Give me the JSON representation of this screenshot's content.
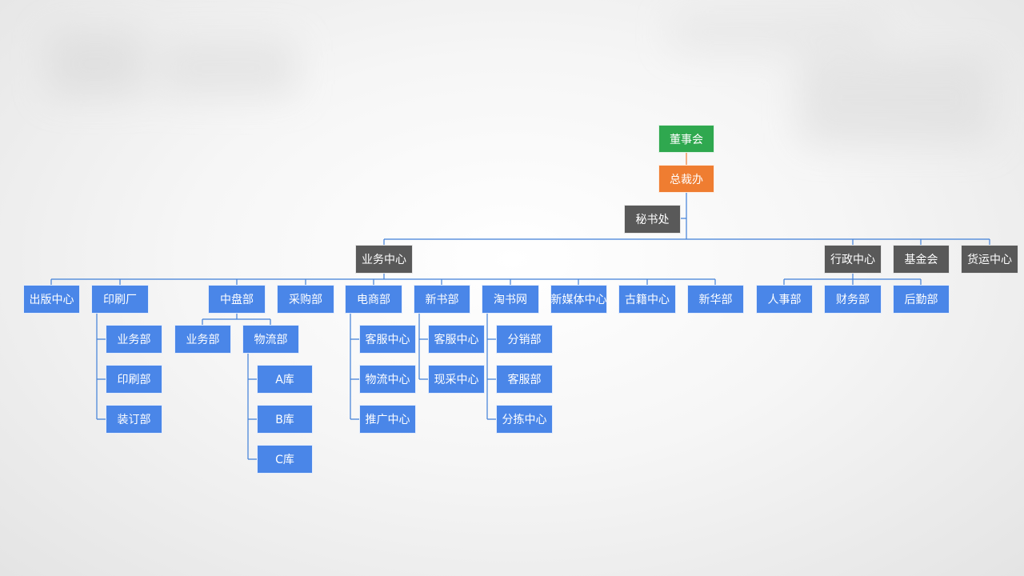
{
  "colors": {
    "board": "#2fa84f",
    "president": "#ef7d31",
    "dark": "#595959",
    "blue": "#4a86e8",
    "connector_main": "#3f7fd8",
    "connector_top": "#ef7d31"
  },
  "nodes": {
    "board": "董事会",
    "president_office": "总裁办",
    "secretariat": "秘书处",
    "business_center": "业务中心",
    "admin_center": "行政中心",
    "foundation": "基金会",
    "freight_center": "货运中心",
    "publishing_center": "出版中心",
    "printing_factory": "印刷厂",
    "zhongpan_dept": "中盘部",
    "purchasing_dept": "采购部",
    "ecommerce_dept": "电商部",
    "new_books_dept": "新书部",
    "taoshu_net": "淘书网",
    "new_media_center": "新媒体中心",
    "ancient_books_center": "古籍中心",
    "xinhua_dept": "新华部",
    "hr_dept": "人事部",
    "finance_dept": "财务部",
    "logistics_support_dept": "后勤部",
    "print_business_dept": "业务部",
    "print_printing_dept": "印刷部",
    "print_binding_dept": "装订部",
    "zp_business_dept": "业务部",
    "zp_logistics_dept": "物流部",
    "warehouse_a": "A库",
    "warehouse_b": "B库",
    "warehouse_c": "C库",
    "ec_customer_service": "客服中心",
    "ec_logistics": "物流中心",
    "ec_promotion": "推广中心",
    "nb_customer_service": "客服中心",
    "nb_spot_purchase": "现采中心",
    "ts_distribution": "分销部",
    "ts_customer_service": "客服部",
    "ts_sorting": "分拣中心"
  }
}
